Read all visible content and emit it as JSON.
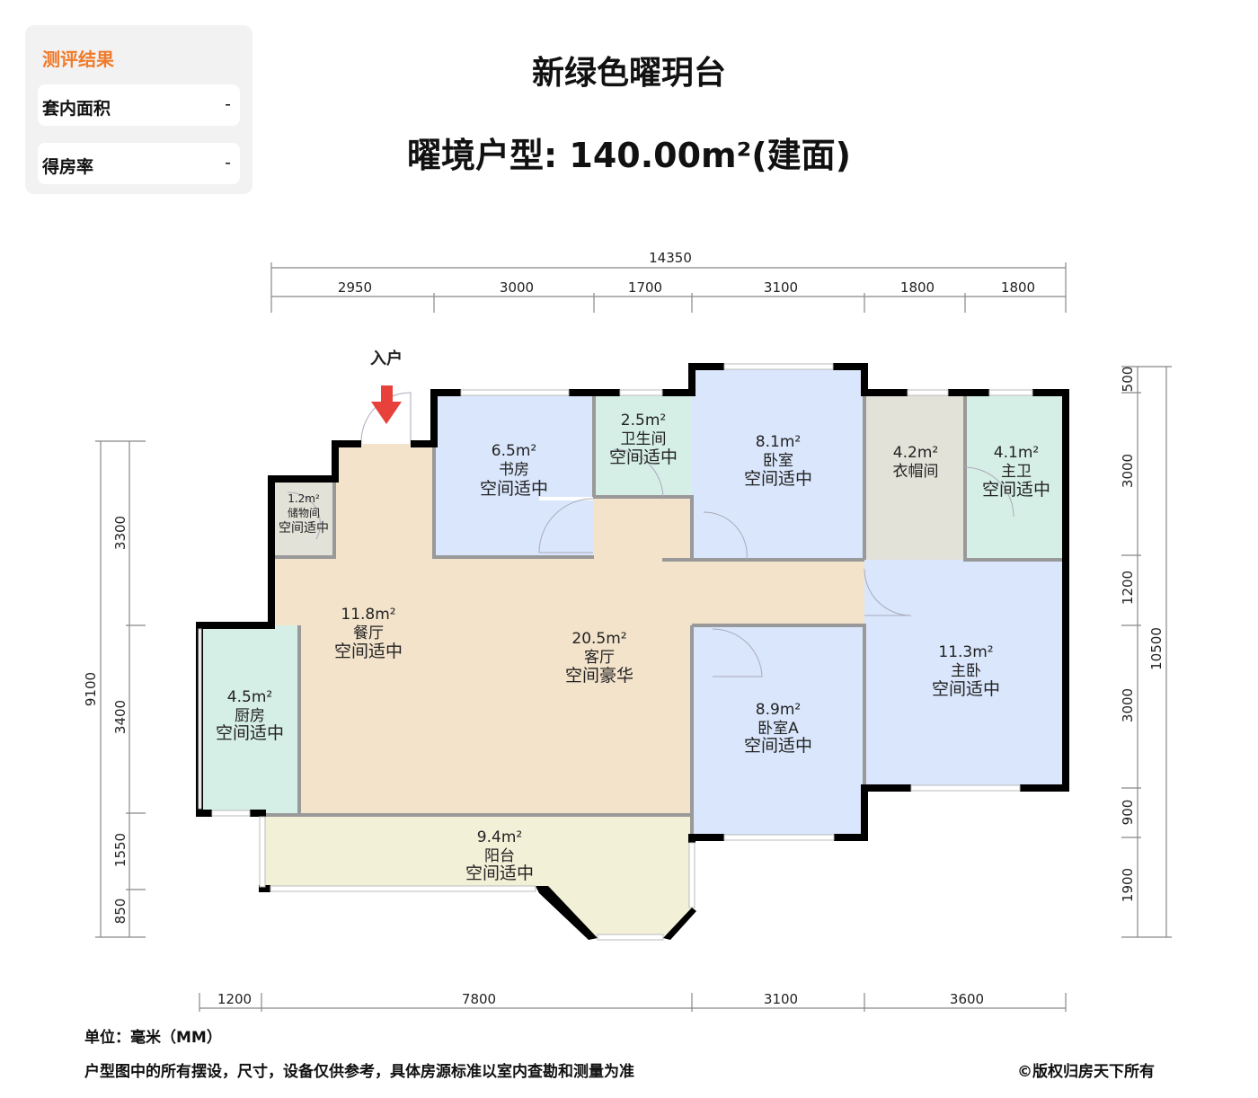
{
  "panel": {
    "title": "测评结果",
    "rows": [
      {
        "label": "套内面积",
        "value": "-"
      },
      {
        "label": "得房率",
        "value": "-"
      }
    ]
  },
  "header": {
    "project": "新绿色曜玥台",
    "layout": "曜境户型: 140.00m²(建面)"
  },
  "entry_label": "入户",
  "rooms": {
    "study": {
      "area": "6.5m²",
      "name": "书房",
      "rating": "空间适中"
    },
    "bath": {
      "area": "2.5m²",
      "name": "卫生间",
      "rating": "空间适中"
    },
    "bedroom": {
      "area": "8.1m²",
      "name": "卧室",
      "rating": "空间适中"
    },
    "cloakroom": {
      "area": "4.2m²",
      "name": "衣帽间",
      "rating": ""
    },
    "master_bath": {
      "area": "4.1m²",
      "name": "主卫",
      "rating": "空间适中"
    },
    "storage": {
      "area": "1.2m²",
      "name": "储物间",
      "rating": "空间适中"
    },
    "dining": {
      "area": "11.8m²",
      "name": "餐厅",
      "rating": "空间适中"
    },
    "living": {
      "area": "20.5m²",
      "name": "客厅",
      "rating": "空间豪华"
    },
    "kitchen": {
      "area": "4.5m²",
      "name": "厨房",
      "rating": "空间适中"
    },
    "bedroom_a": {
      "area": "8.9m²",
      "name": "卧室A",
      "rating": "空间适中"
    },
    "master_bed": {
      "area": "11.3m²",
      "name": "主卧",
      "rating": "空间适中"
    },
    "balcony": {
      "area": "9.4m²",
      "name": "阳台",
      "rating": "空间适中"
    }
  },
  "dimensions": {
    "top_total": "14350",
    "top": [
      "2950",
      "3000",
      "1700",
      "3100",
      "1800",
      "1800"
    ],
    "bottom": [
      "1200",
      "7800",
      "3100",
      "3600"
    ],
    "left_total": "9100",
    "left": [
      "3300",
      "3400",
      "1550",
      "850"
    ],
    "right_total": "10500",
    "right": [
      "500",
      "3000",
      "1200",
      "3000",
      "900",
      "1900"
    ]
  },
  "footer": {
    "unit": "单位：毫米（MM）",
    "disclaimer": "户型图中的所有摆设，尺寸，设备仅供参考，具体房源标准以室内查勘和测量为准",
    "copyright": "©版权归房天下所有"
  },
  "colors": {
    "accent": "#f07a2a",
    "entry_arrow": "#e8403a",
    "living": "#f3e3cb",
    "bedroom": "#d9e6fb",
    "wet": "#d6efe6",
    "storage": "#e2e2d8",
    "balcony": "#f3f0d8",
    "wall": "#000000"
  }
}
